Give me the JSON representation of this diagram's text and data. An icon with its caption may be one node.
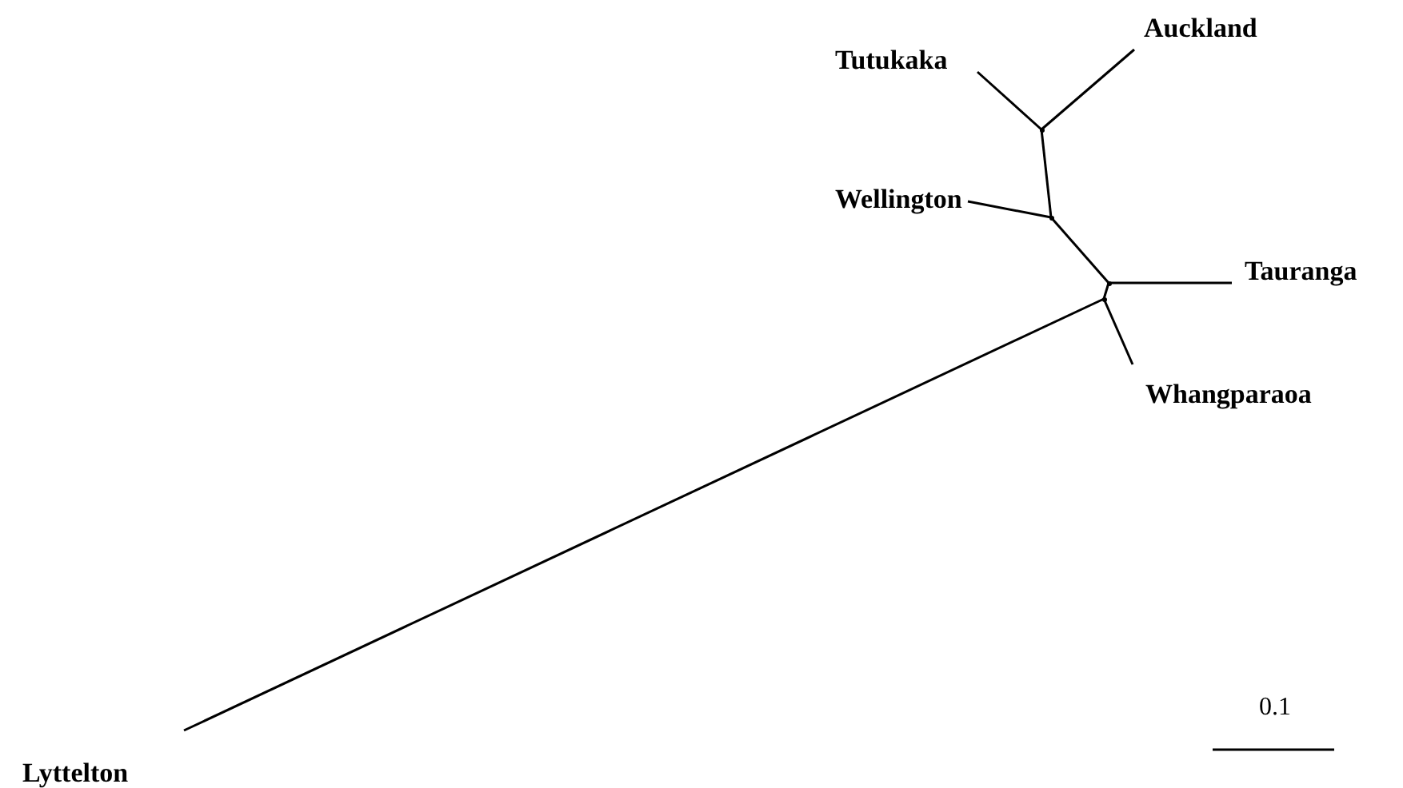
{
  "diagram": {
    "nodes": [
      {
        "text": [
          "Tutukaka"
        ]
      },
      {
        "text": [
          "Auckland"
        ]
      },
      {
        "text": [
          "Wellington"
        ]
      },
      {
        "text": [
          "Tauranga"
        ]
      },
      {
        "text": [
          "Whangparaoa"
        ]
      },
      {
        "text": [
          "Lyttelton"
        ]
      },
      {
        "text": [],
        "shape": "dot"
      },
      {
        "text": [],
        "shape": "dot"
      },
      {
        "text": [],
        "shape": "dot"
      },
      {
        "text": [],
        "shape": "dot"
      }
    ],
    "edges": [
      {
        "from": 0,
        "to": 6,
        "arrow": "none"
      },
      {
        "from": 1,
        "to": 6,
        "arrow": "none"
      },
      {
        "from": 6,
        "to": 7,
        "arrow": "none"
      },
      {
        "from": 2,
        "to": 7,
        "arrow": "none"
      },
      {
        "from": 7,
        "to": 8,
        "arrow": "none"
      },
      {
        "from": 3,
        "to": 8,
        "arrow": "none"
      },
      {
        "from": 8,
        "to": 9,
        "arrow": "none"
      },
      {
        "from": 4,
        "to": 9,
        "arrow": "none"
      },
      {
        "from": 5,
        "to": 9,
        "arrow": "none"
      }
    ],
    "labels": [
      "0.1"
    ]
  }
}
